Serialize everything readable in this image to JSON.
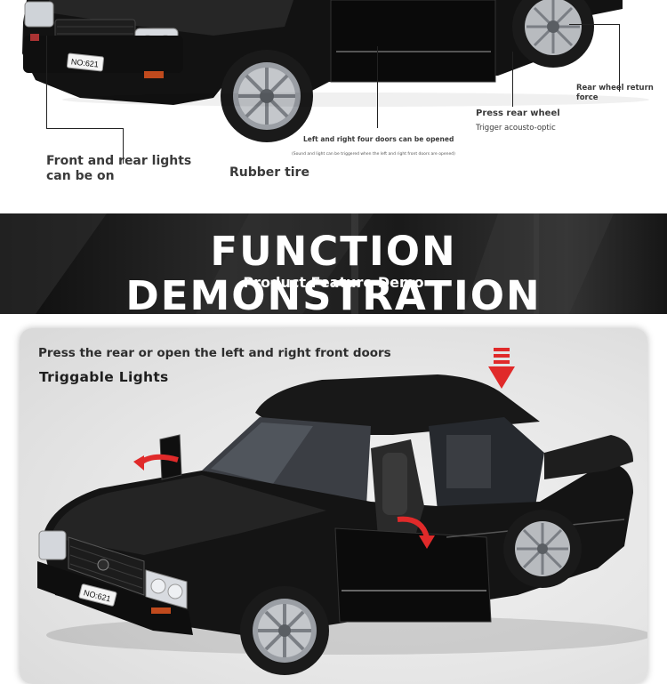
{
  "top": {
    "lights_label": "Front and rear lights can be on",
    "tire_label": "Rubber tire",
    "doors_label": "Left and right four doors can be opened",
    "doors_note": "(Sound and light can be triggered when the left and right front doors are opened)",
    "press_rear_label": "Press rear wheel",
    "trigger_label": "Trigger acousto-optic",
    "rear_return_label": "Rear wheel return force",
    "plate_text": "NO:621"
  },
  "banner": {
    "title": "FUNCTION DEMONSTRATION",
    "subtitle": "Product Feature Demo"
  },
  "demo": {
    "instruction": "Press the rear or open the left and right front doors",
    "title": "Triggable Lights",
    "plate_text": "NO:621"
  },
  "colors": {
    "accent_red": "#e02a2a",
    "car_body": "#141414",
    "banner_bg": "#1c1c1c"
  }
}
